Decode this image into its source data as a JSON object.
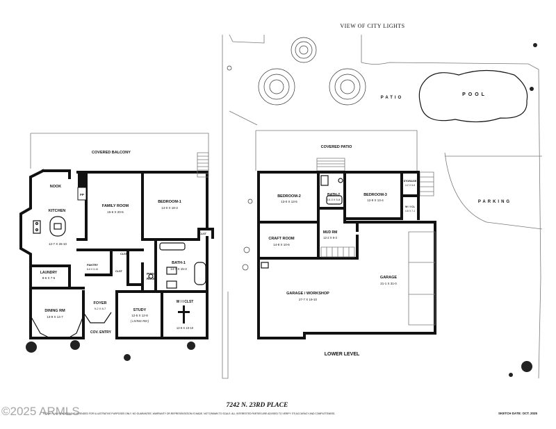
{
  "header": {
    "view_label": "VIEW OF CITY LIGHTS"
  },
  "outdoor": {
    "patio": "PATIO",
    "pool": "POOL",
    "parking": "PARKING"
  },
  "main_level": {
    "covered_balcony": "COVERED BALCONY",
    "nook": "NOOK",
    "kitchen": {
      "name": "KITCHEN",
      "dim": "12-7 X 26-10"
    },
    "family_room": {
      "name": "FAMILY ROOM",
      "dim": "15-6 X 20-5"
    },
    "fireplace": "FP",
    "bedroom1": {
      "name": "BEDROOM-1",
      "dim": "14-0 X 18-3"
    },
    "closet_a": "CLST",
    "closet_b": "CLST",
    "closet_c": "CLST",
    "pantry": {
      "name": "PANTRY",
      "dim": "8-6 X 3-10"
    },
    "laundry": {
      "name": "LAUNDRY",
      "dim": "8-6 X 7-5"
    },
    "bath1": {
      "name": "BATH-1",
      "dim": "14-7 X 15-3"
    },
    "powder": {
      "line1": "PWDR",
      "line2": "ROOM"
    },
    "dining": {
      "name": "DINING RM",
      "dim": "13-9 X 14-7"
    },
    "foyer": {
      "name": "FOYER",
      "dim": "9-2 X 8-7"
    },
    "study": {
      "name": "STUDY",
      "dim": "12-5 X 12-8",
      "note": "( LIVING RM )"
    },
    "wic": {
      "name": "W / I CLST",
      "dim": "12-8 X 10-10"
    },
    "cov_entry": "COV. ENTRY"
  },
  "lower_level": {
    "covered_patio": "COVERED PATIO",
    "bedroom2": {
      "name": "BEDROOM-2",
      "dim": "13-0 X 13-5"
    },
    "bath2": {
      "name": "BATH-2",
      "dim": "10-3 X 5-8"
    },
    "bedroom3": {
      "name": "BEDROOM-3",
      "dim": "12-9 X 13-4"
    },
    "storage": {
      "name": "STORAGE",
      "dim": "4-2 X 5-6"
    },
    "wic": {
      "name": "W / I CL",
      "dim": "4-6 X 7-1"
    },
    "craft": {
      "name": "CRAFT ROOM",
      "dim": "14-8 X 10-6"
    },
    "mud": {
      "name": "MUD RM",
      "dim": "12-2 X 6-3"
    },
    "garage": {
      "name": "GARAGE",
      "dim": "21-1 X 31-0"
    },
    "workshop": {
      "name": "GARAGE / WORKSHOP",
      "dim": "27-7 X 19-10"
    },
    "level_label": "LOWER LEVEL"
  },
  "footer": {
    "address": "7242 N. 23RD PLACE",
    "disclaimer": "FLOOR PLAN RENDERING IS INTENDED FOR ILLUSTRATIVE PURPOSES ONLY. NO GUARANTEE, WARRANTY OR REPRESENTATION IS MADE. NOT DRAWN TO SCALE. ALL INTERESTED PARTIES ARE ADVISED TO VERIFY ITS ACCURACY AND COMPLETENESS.",
    "sketch_date": "SKETCH DATE:  OCT. 2025",
    "watermark": "©2025 ARMLS"
  }
}
